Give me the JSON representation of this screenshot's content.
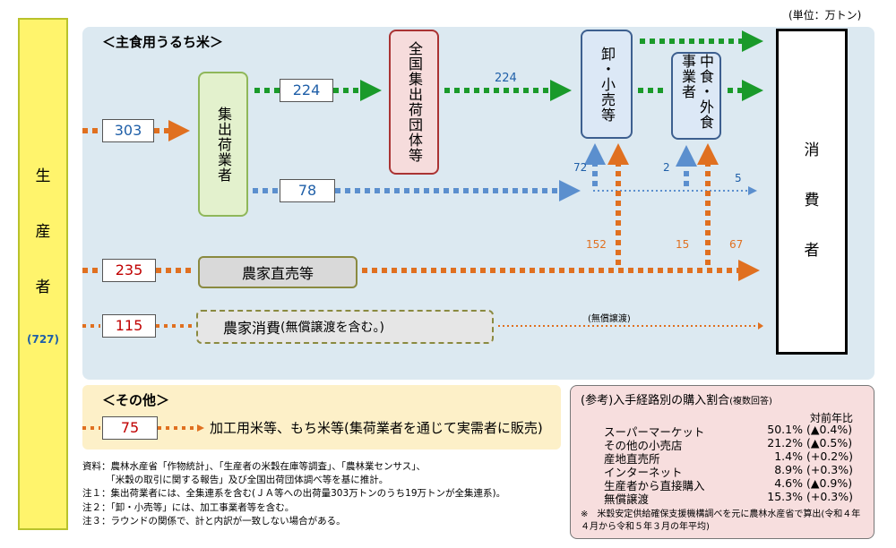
{
  "unit": "(単位：万トン)",
  "producer": {
    "chars": [
      "生",
      "産",
      "者"
    ],
    "total": "(727)"
  },
  "consumer": {
    "chars": [
      "消",
      "費",
      "者"
    ]
  },
  "main_panel": {
    "title": "＜主食用うるち米＞"
  },
  "nodes": {
    "shuka": "集出荷業者",
    "zenkoku": "全国集出荷団体等",
    "oroshi": "卸・小売等",
    "chushoku": "中食・外食事業者"
  },
  "flows": {
    "v303": "303",
    "v224a": "224",
    "v224b": "224",
    "v78": "78",
    "v235": "235",
    "v115": "115",
    "v72": "72",
    "v152": "152",
    "v2": "2",
    "v15": "15",
    "v5": "5",
    "v67": "67",
    "muso": "(無償譲渡)"
  },
  "direct_sale": "農家直売等",
  "self_consume": {
    "main": "農家消費",
    "sub": "(無償譲渡を含む。)"
  },
  "other": {
    "title": "＜その他＞",
    "value": "75",
    "text": "加工用米等、もち米等(集荷業者を通じて実需者に販売)"
  },
  "reference": {
    "title": "(参考)入手経路別の購入割合",
    "title_note": "(複数回答)",
    "yoy_header": "対前年比",
    "rows": [
      {
        "label": "スーパーマーケット",
        "pct": "50.1%",
        "chg": "(▲0.4%)"
      },
      {
        "label": "その他の小売店",
        "pct": "21.2%",
        "chg": "(▲0.5%)"
      },
      {
        "label": "産地直売所",
        "pct": "1.4%",
        "chg": "(+0.2%)"
      },
      {
        "label": "インターネット",
        "pct": "8.9%",
        "chg": "(+0.3%)"
      },
      {
        "label": "生産者から直接購入",
        "pct": "4.6%",
        "chg": "(▲0.9%)"
      },
      {
        "label": "無償譲渡",
        "pct": "15.3%",
        "chg": "(+0.3%)"
      }
    ],
    "note": "※　米穀安定供給確保支援機構調べを元に農林水産省で算出(令和４年４月から令和５年３月の年平均)"
  },
  "notes": [
    "資料：農林水産省「作物統計」、「生産者の米穀在庫等調査」、「農林業センサス」、",
    "　　　「米穀の取引に関する報告」及び全国出荷団体調べ等を基に推計。",
    "注１：集出荷業者には、全集連系を含む(ＪＡ等への出荷量303万トンのうち19万トンが全集連系)。",
    "注２：「卸・小売等」には、加工事業者等を含む。",
    "注３：ラウンドの関係で、計と内訳が一致しない場合がある。"
  ],
  "colors": {
    "green": "#1a9a2a",
    "blue": "#5b8fce",
    "orange": "#e07020",
    "panel": "#dce9f1"
  }
}
